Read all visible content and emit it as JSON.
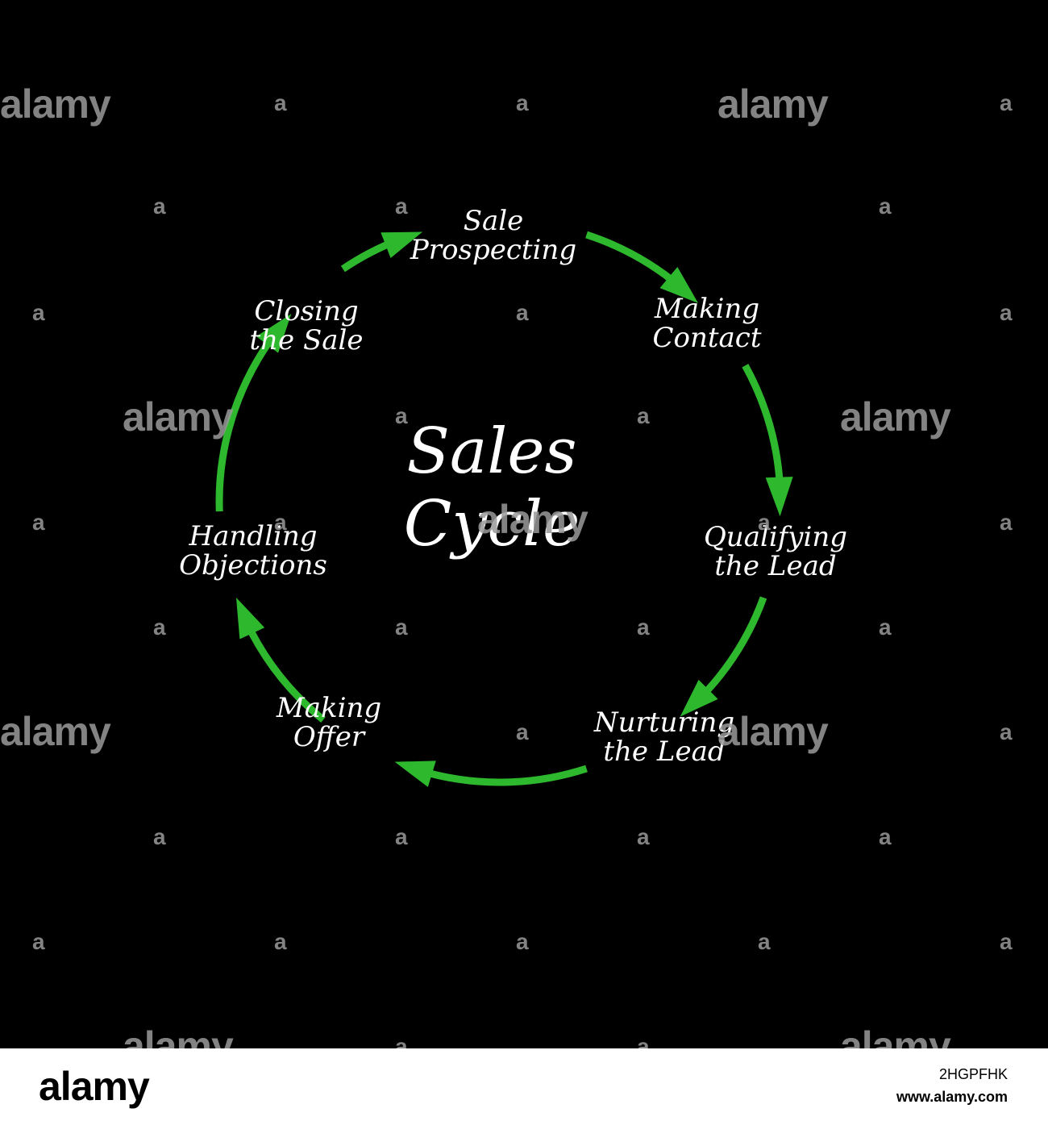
{
  "diagram": {
    "center_title": [
      "Sales",
      "Cycle"
    ],
    "stages": [
      {
        "label_lines": [
          "Sale",
          "Prospecting"
        ]
      },
      {
        "label_lines": [
          "Making",
          "Contact"
        ]
      },
      {
        "label_lines": [
          "Qualifying",
          "the Lead"
        ]
      },
      {
        "label_lines": [
          "Nurturing",
          "the Lead"
        ]
      },
      {
        "label_lines": [
          "Making",
          "Offer"
        ]
      },
      {
        "label_lines": [
          "Handling",
          "Objections"
        ]
      },
      {
        "label_lines": [
          "Closing",
          "the Sale"
        ]
      }
    ],
    "arrow_color": "#2db82d",
    "text_color": "#ffffff",
    "background_color": "#000000"
  },
  "watermark": {
    "logo_text": "alamy",
    "image_id": "2HGPFHK",
    "url": "www.alamy.com"
  }
}
